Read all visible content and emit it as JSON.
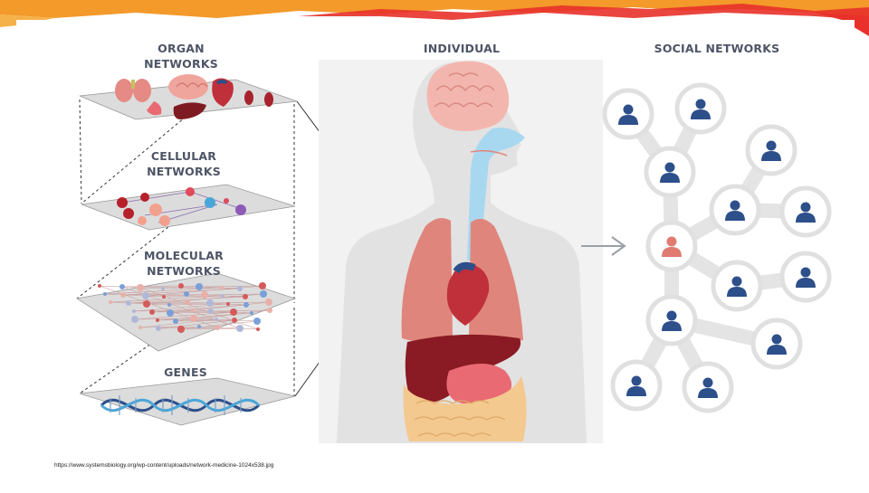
{
  "headers": {
    "organ": "ORGAN\nNETWORKS",
    "cellular": "CELLULAR\nNETWORKS",
    "molecular": "MOLECULAR\nNETWORKS",
    "genes": "GENES",
    "individual": "INDIVIDUAL",
    "social": "SOCIAL NETWORKS"
  },
  "caption": "https://www.systemsbiology.org/wp-content/uploads/network-medicine-1024x538.jpg",
  "colors": {
    "banner_orange": "#f39a2b",
    "banner_red": "#e8312a",
    "body_gray": "#e7e7e7",
    "brain_pink": "#f3b6ae",
    "lung": "#e0857c",
    "liver": "#8a1a23",
    "stomach": "#e96a73",
    "intestine": "#f3c98f",
    "airway_blue": "#a8d8f0",
    "person_blue": "#2d4f8a",
    "person_center": "#e07b72"
  }
}
